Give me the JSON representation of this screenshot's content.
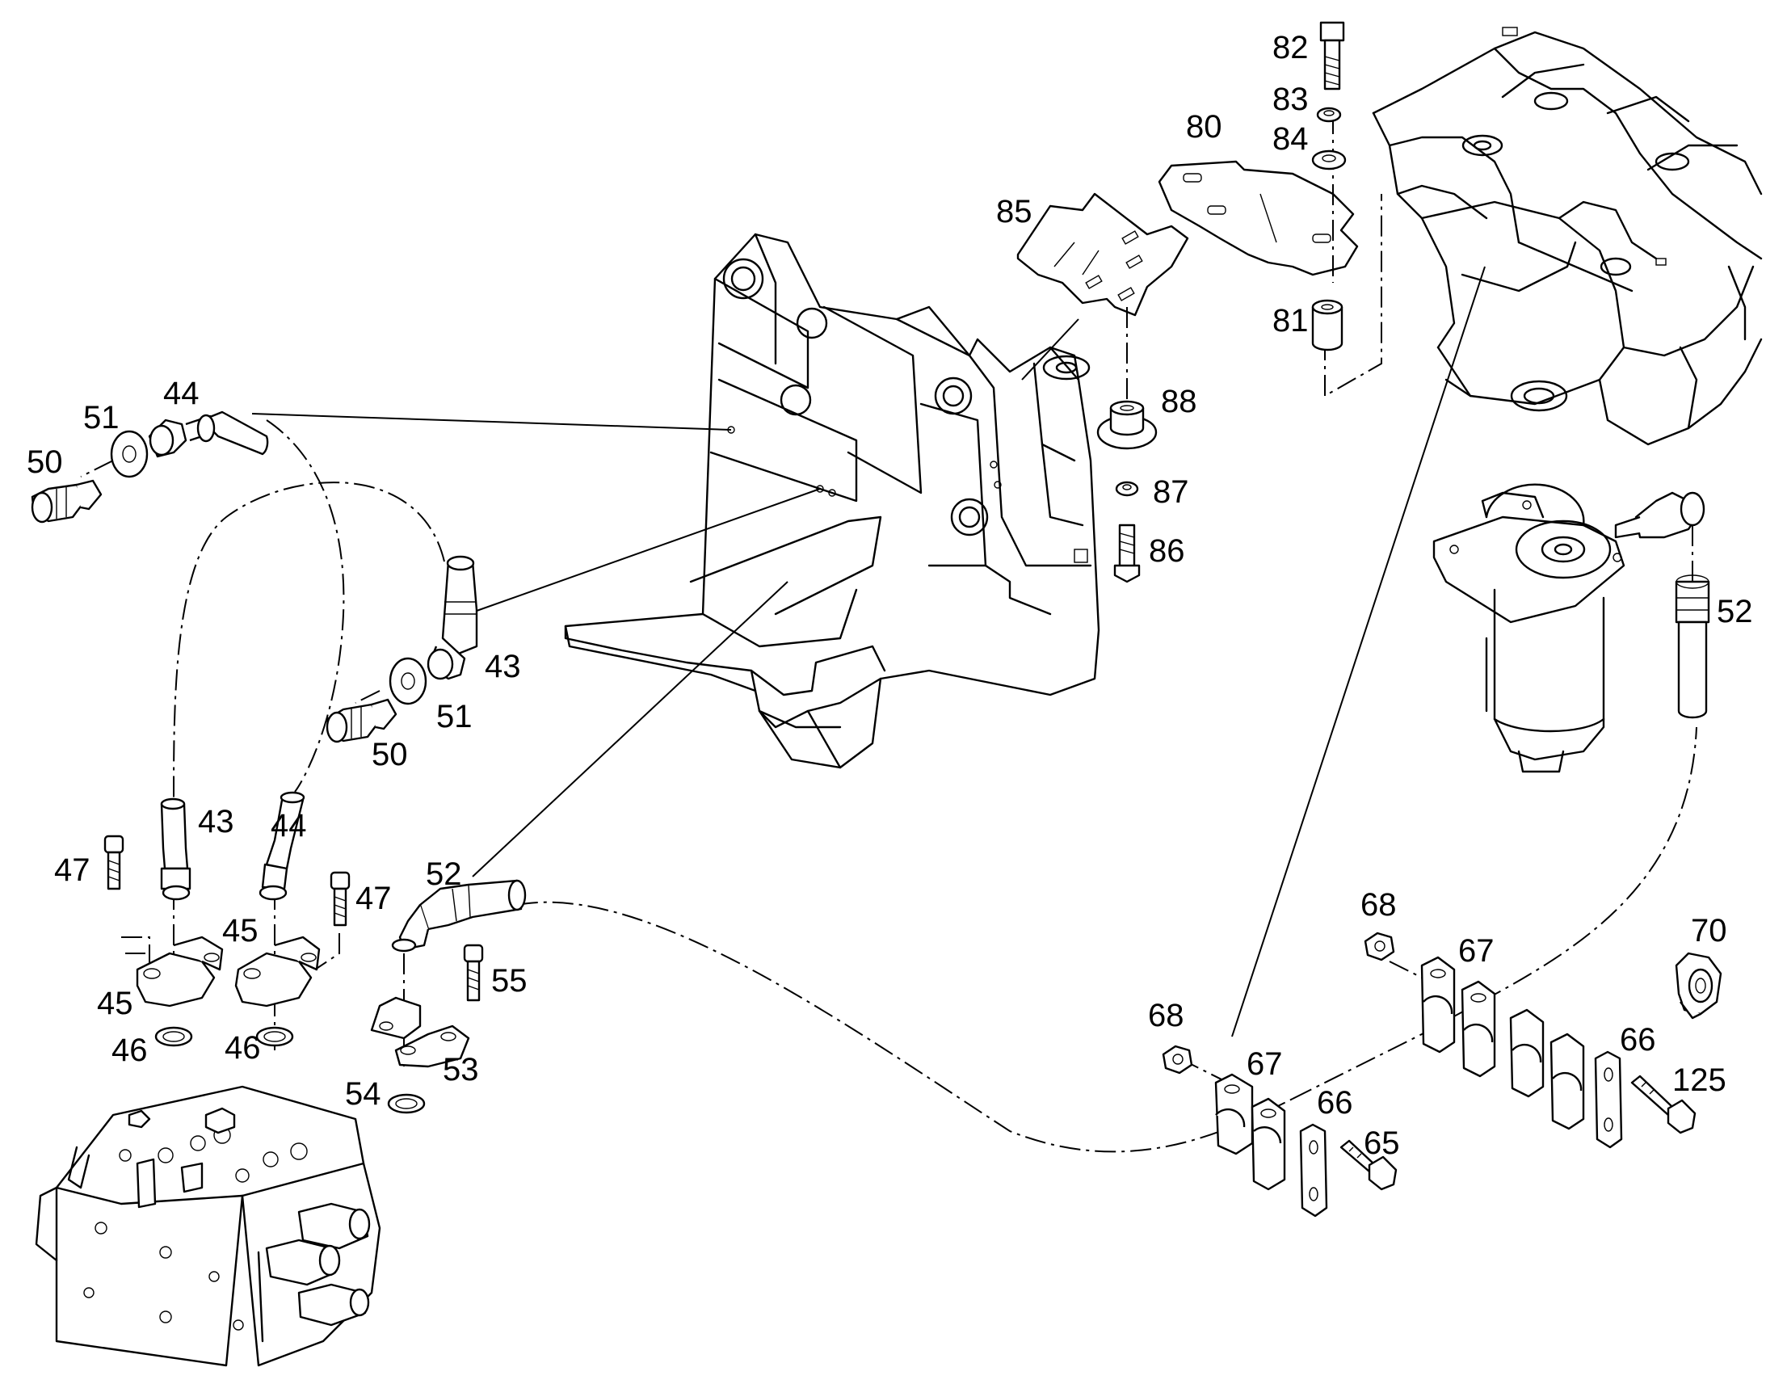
{
  "callouts": [
    {
      "label": "44",
      "name": "callout-44-top"
    },
    {
      "label": "51",
      "name": "callout-51-top"
    },
    {
      "label": "50",
      "name": "callout-50-top"
    },
    {
      "label": "43",
      "name": "callout-43-mid"
    },
    {
      "label": "51",
      "name": "callout-51-mid"
    },
    {
      "label": "50",
      "name": "callout-50-mid"
    },
    {
      "label": "43",
      "name": "callout-43-low"
    },
    {
      "label": "44",
      "name": "callout-44-low"
    },
    {
      "label": "47",
      "name": "callout-47-left"
    },
    {
      "label": "47",
      "name": "callout-47-right"
    },
    {
      "label": "45",
      "name": "callout-45-upper"
    },
    {
      "label": "45",
      "name": "callout-45-lower"
    },
    {
      "label": "46",
      "name": "callout-46-left"
    },
    {
      "label": "46",
      "name": "callout-46-right"
    },
    {
      "label": "52",
      "name": "callout-52-mid"
    },
    {
      "label": "55",
      "name": "callout-55"
    },
    {
      "label": "53",
      "name": "callout-53"
    },
    {
      "label": "54",
      "name": "callout-54"
    },
    {
      "label": "82",
      "name": "callout-82"
    },
    {
      "label": "83",
      "name": "callout-83"
    },
    {
      "label": "84",
      "name": "callout-84"
    },
    {
      "label": "80",
      "name": "callout-80"
    },
    {
      "label": "85",
      "name": "callout-85"
    },
    {
      "label": "81",
      "name": "callout-81"
    },
    {
      "label": "88",
      "name": "callout-88"
    },
    {
      "label": "87",
      "name": "callout-87"
    },
    {
      "label": "86",
      "name": "callout-86"
    },
    {
      "label": "52",
      "name": "callout-52-right"
    },
    {
      "label": "68",
      "name": "callout-68-upper"
    },
    {
      "label": "67",
      "name": "callout-67-upper"
    },
    {
      "label": "70",
      "name": "callout-70"
    },
    {
      "label": "66",
      "name": "callout-66-upper"
    },
    {
      "label": "125",
      "name": "callout-125"
    },
    {
      "label": "68",
      "name": "callout-68-lower"
    },
    {
      "label": "67",
      "name": "callout-67-lower"
    },
    {
      "label": "66",
      "name": "callout-66-lower"
    },
    {
      "label": "65",
      "name": "callout-65"
    }
  ]
}
